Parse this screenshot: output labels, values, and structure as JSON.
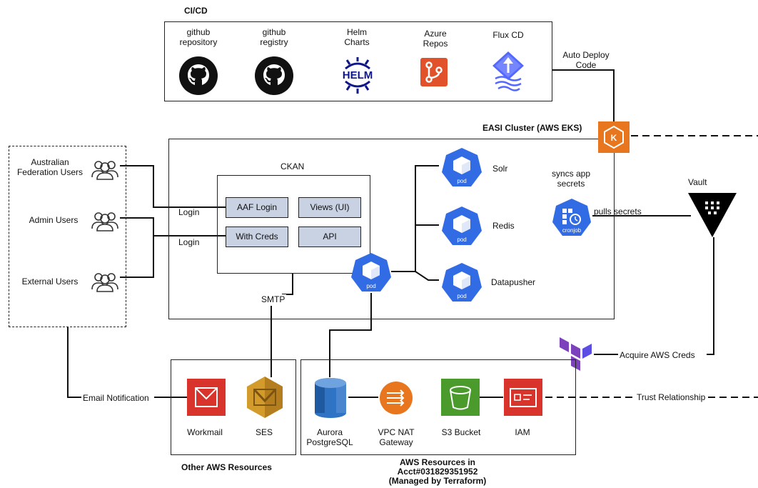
{
  "cicd": {
    "title": "CI/CD",
    "tools": [
      {
        "line1": "github",
        "line2": "repository",
        "icon": "github-icon"
      },
      {
        "line1": "github",
        "line2": "registry",
        "icon": "github-icon"
      },
      {
        "line1": "Helm",
        "line2": "Charts",
        "icon": "helm-icon"
      },
      {
        "line1": "Azure",
        "line2": "Repos",
        "icon": "azure-repos-icon"
      },
      {
        "line1": "Flux CD",
        "line2": "",
        "icon": "flux-icon"
      }
    ],
    "auto_deploy": {
      "line1": "Auto Deploy",
      "line2": "Code"
    }
  },
  "cluster": {
    "title": "EASI Cluster (AWS EKS)",
    "ckan": {
      "title": "CKAN",
      "buttons": {
        "aaf_login": "AAF Login",
        "views": "Views (UI)",
        "with_creds": "With Creds",
        "api": "API"
      },
      "login1": "Login",
      "login2": "Login"
    },
    "pods": {
      "pod_label": "pod",
      "solr": "Solr",
      "redis": "Redis",
      "datapusher": "Datapusher"
    },
    "syncs": {
      "line1": "syncs app",
      "line2": "secrets"
    },
    "pulls_secrets": "pulls secrets",
    "cronjob_label": "cronjob",
    "smtp": "SMTP"
  },
  "users": {
    "australian": {
      "line1": "Australian",
      "line2": "Federation Users"
    },
    "admin": "Admin Users",
    "external": "External Users"
  },
  "vault": {
    "title": "Vault"
  },
  "terraform": {
    "acquire": "Acquire AWS Creds"
  },
  "trust": "Trust Relationship",
  "email_notification": "Email Notification",
  "other_aws": {
    "title": "Other AWS Resources",
    "workmail": "Workmail",
    "ses": "SES"
  },
  "aws_resources": {
    "title_line1": "AWS Resources in",
    "title_line2": "Acct#031829351952",
    "title_line3": "(Managed by Terraform)",
    "aurora": {
      "line1": "Aurora",
      "line2": "PostgreSQL"
    },
    "vpc_nat": {
      "line1": "VPC NAT",
      "line2": "Gateway"
    },
    "s3": "S3 Bucket",
    "iam": "IAM"
  },
  "colors": {
    "k8s_blue": "#326ce5",
    "aws_orange": "#e7761e",
    "aws_red": "#d9342b",
    "aws_green": "#4a9a2c",
    "terraform_purple": "#7b42bc",
    "ckan_button": "#c9d2e3"
  }
}
